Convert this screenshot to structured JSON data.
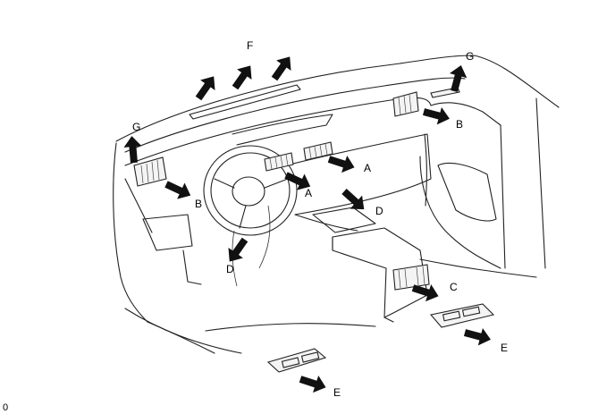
{
  "labels": {
    "F": "F",
    "G_left": "G",
    "G_right": "G",
    "B_left": "B",
    "B_right": "B",
    "A_center": "A",
    "A_right": "A",
    "D_center": "D",
    "D_left": "D",
    "C": "C",
    "E_right": "E",
    "E_bottom": "E"
  },
  "corner_code": "0"
}
